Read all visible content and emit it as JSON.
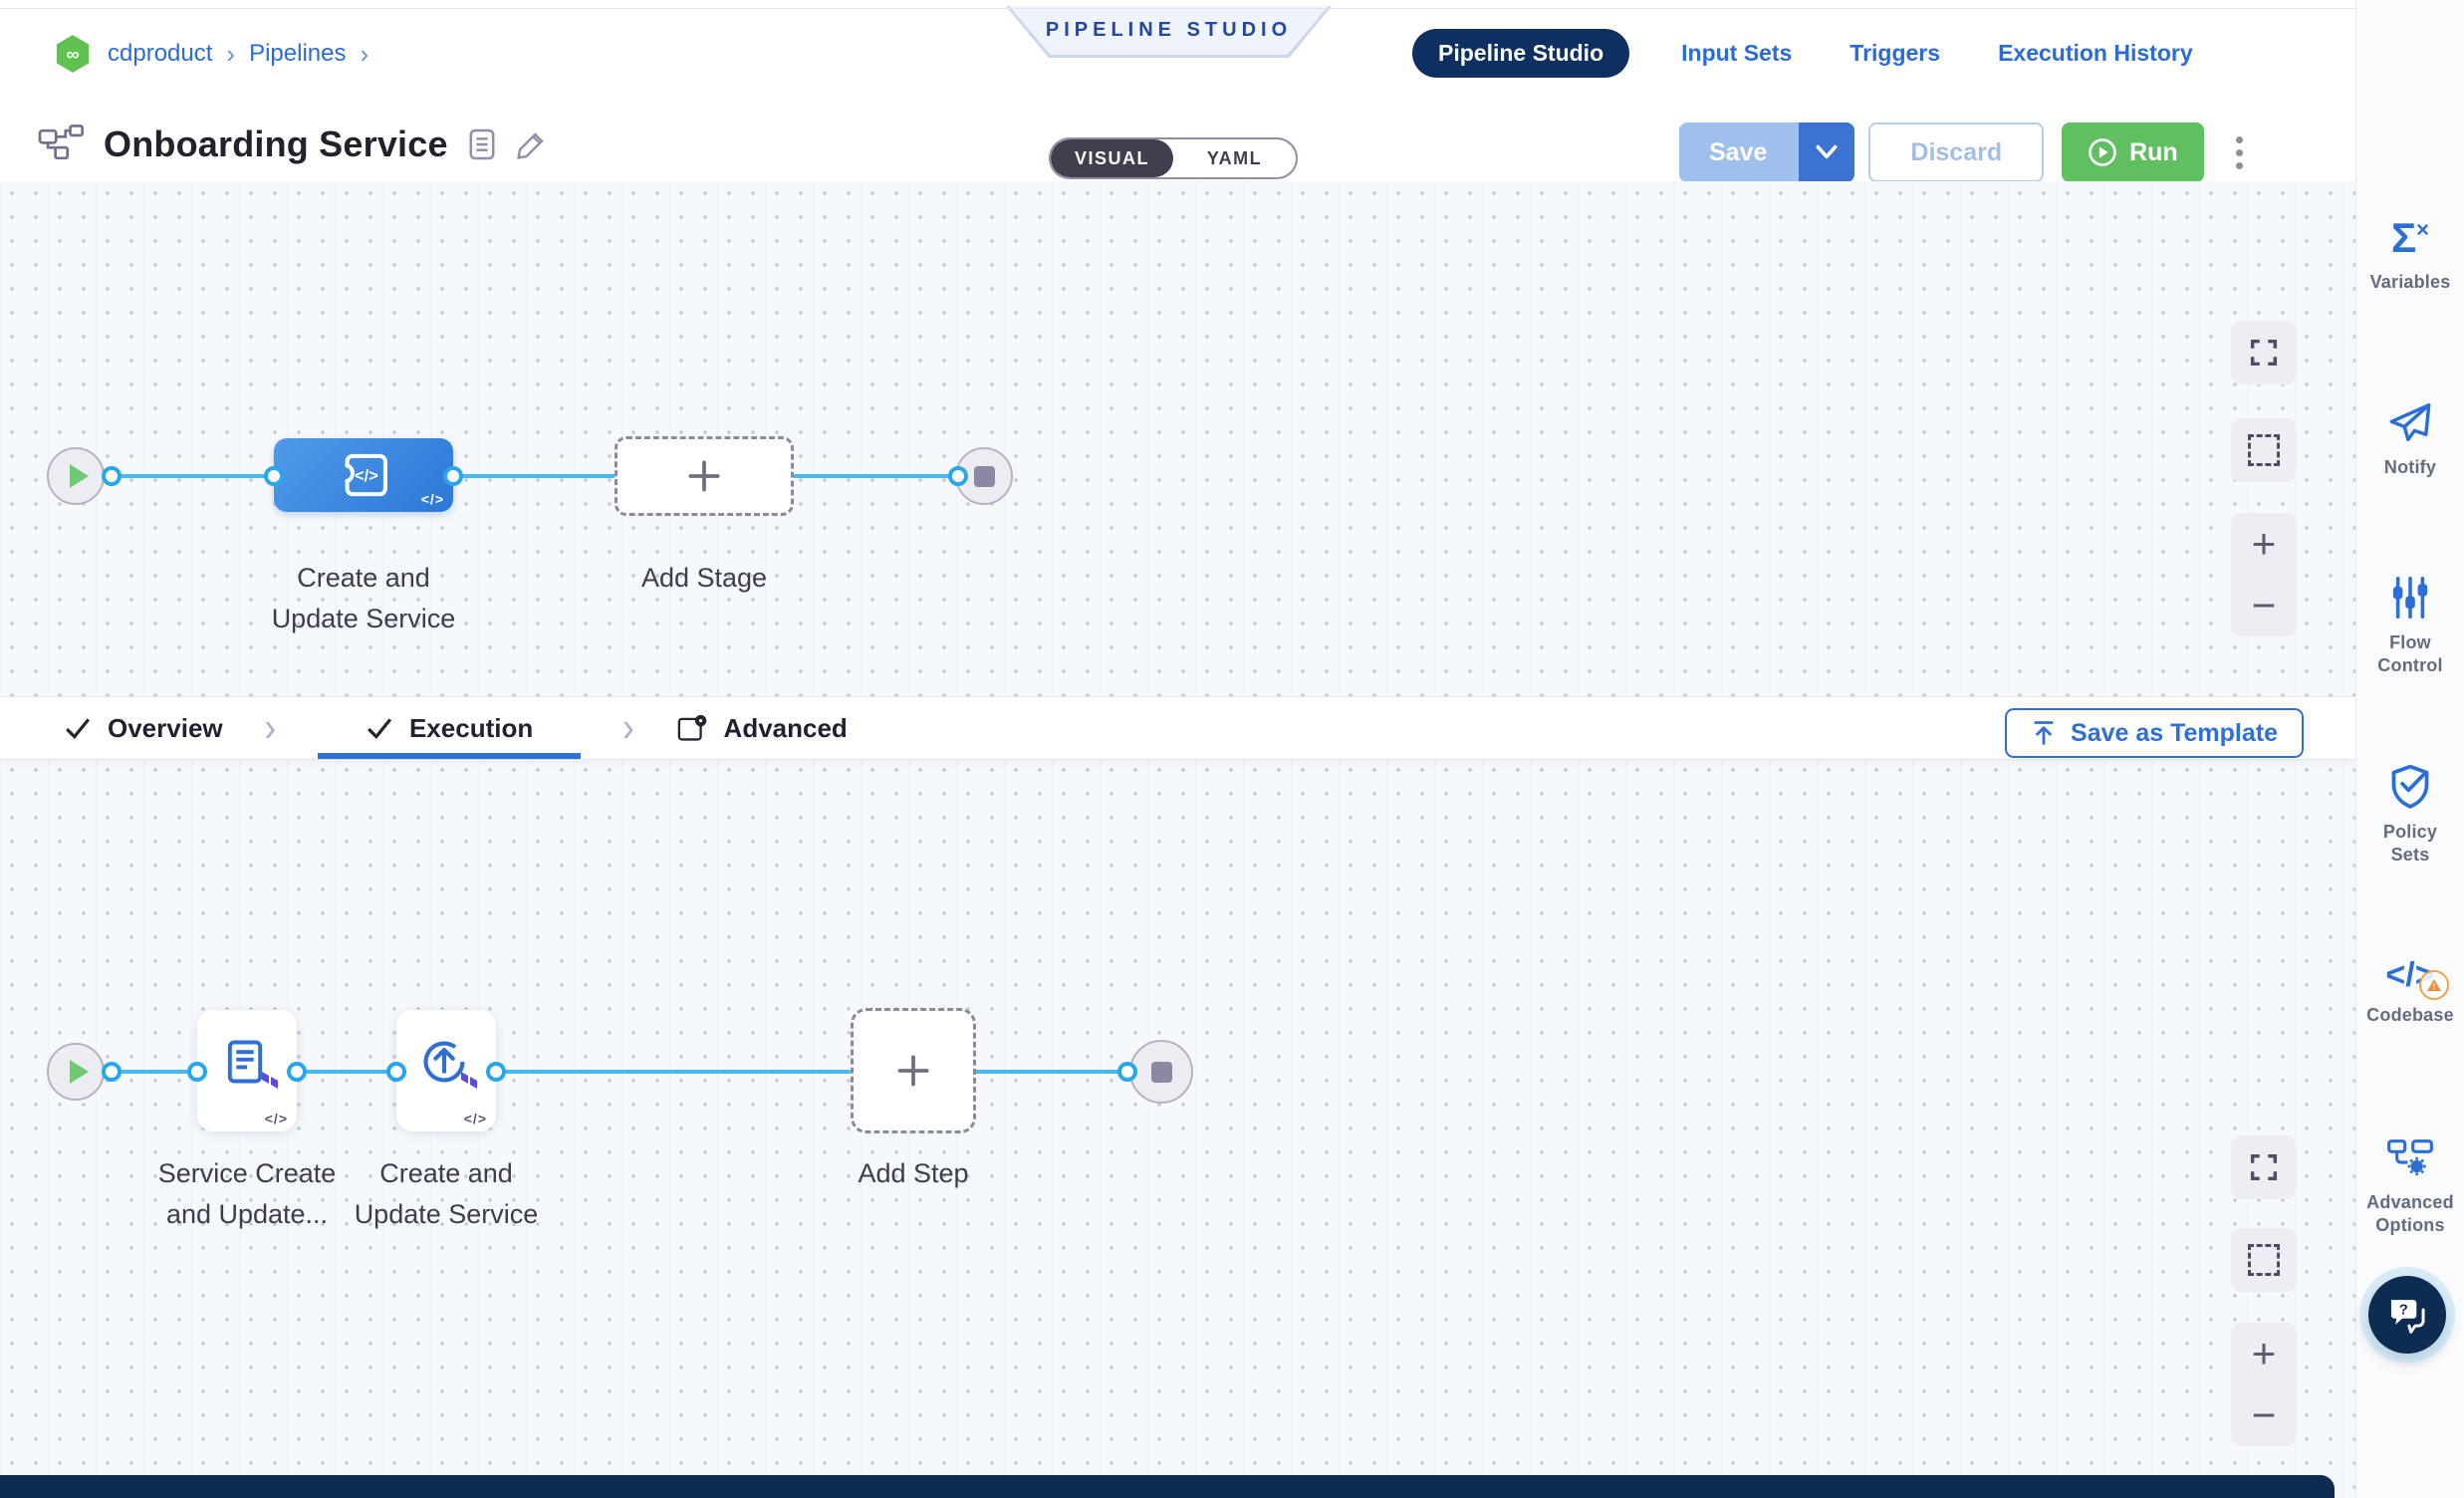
{
  "breadcrumb": {
    "project": "cdproduct",
    "section": "Pipelines",
    "separator": "›"
  },
  "banner": {
    "label": "PIPELINE STUDIO"
  },
  "top_nav": {
    "tabs": [
      {
        "label": "Pipeline Studio",
        "active": true
      },
      {
        "label": "Input Sets",
        "active": false
      },
      {
        "label": "Triggers",
        "active": false
      },
      {
        "label": "Execution History",
        "active": false
      }
    ]
  },
  "header": {
    "title": "Onboarding Service",
    "mode_toggle": {
      "visual": "VISUAL",
      "yaml": "YAML",
      "selected": "VISUAL"
    },
    "actions": {
      "save": "Save",
      "discard": "Discard",
      "run": "Run"
    }
  },
  "stage_canvas": {
    "stage_label": "Create and Update Service",
    "add_stage_label": "Add Stage",
    "code_badge": "</>"
  },
  "pipeline_tabs": {
    "overview": "Overview",
    "execution": "Execution",
    "advanced": "Advanced",
    "active": "Execution",
    "separator": "›",
    "save_as_template": "Save as Template"
  },
  "execution_canvas": {
    "steps": [
      {
        "label": "Service Create and Update..."
      },
      {
        "label": "Create and Update Service"
      }
    ],
    "add_step_label": "Add Step",
    "code_badge": "</>"
  },
  "sidebar": {
    "items": [
      {
        "label": "Variables"
      },
      {
        "label": "Notify"
      },
      {
        "label": "Flow Control"
      },
      {
        "label": "Policy Sets"
      },
      {
        "label": "Codebase"
      },
      {
        "label": "Advanced Options"
      }
    ]
  },
  "colors": {
    "link_blue": "#2b6cd4",
    "navy_pill": "#0d3061",
    "run_green": "#5fbf61",
    "canvas_line": "#4cb9ee",
    "stage_gradient_start": "#4f9be8",
    "stage_gradient_end": "#2c77d8",
    "terraform_purple": "#5b4ce0",
    "warning_orange": "#eca24f",
    "canvas_bg": "#f6f9fc"
  }
}
